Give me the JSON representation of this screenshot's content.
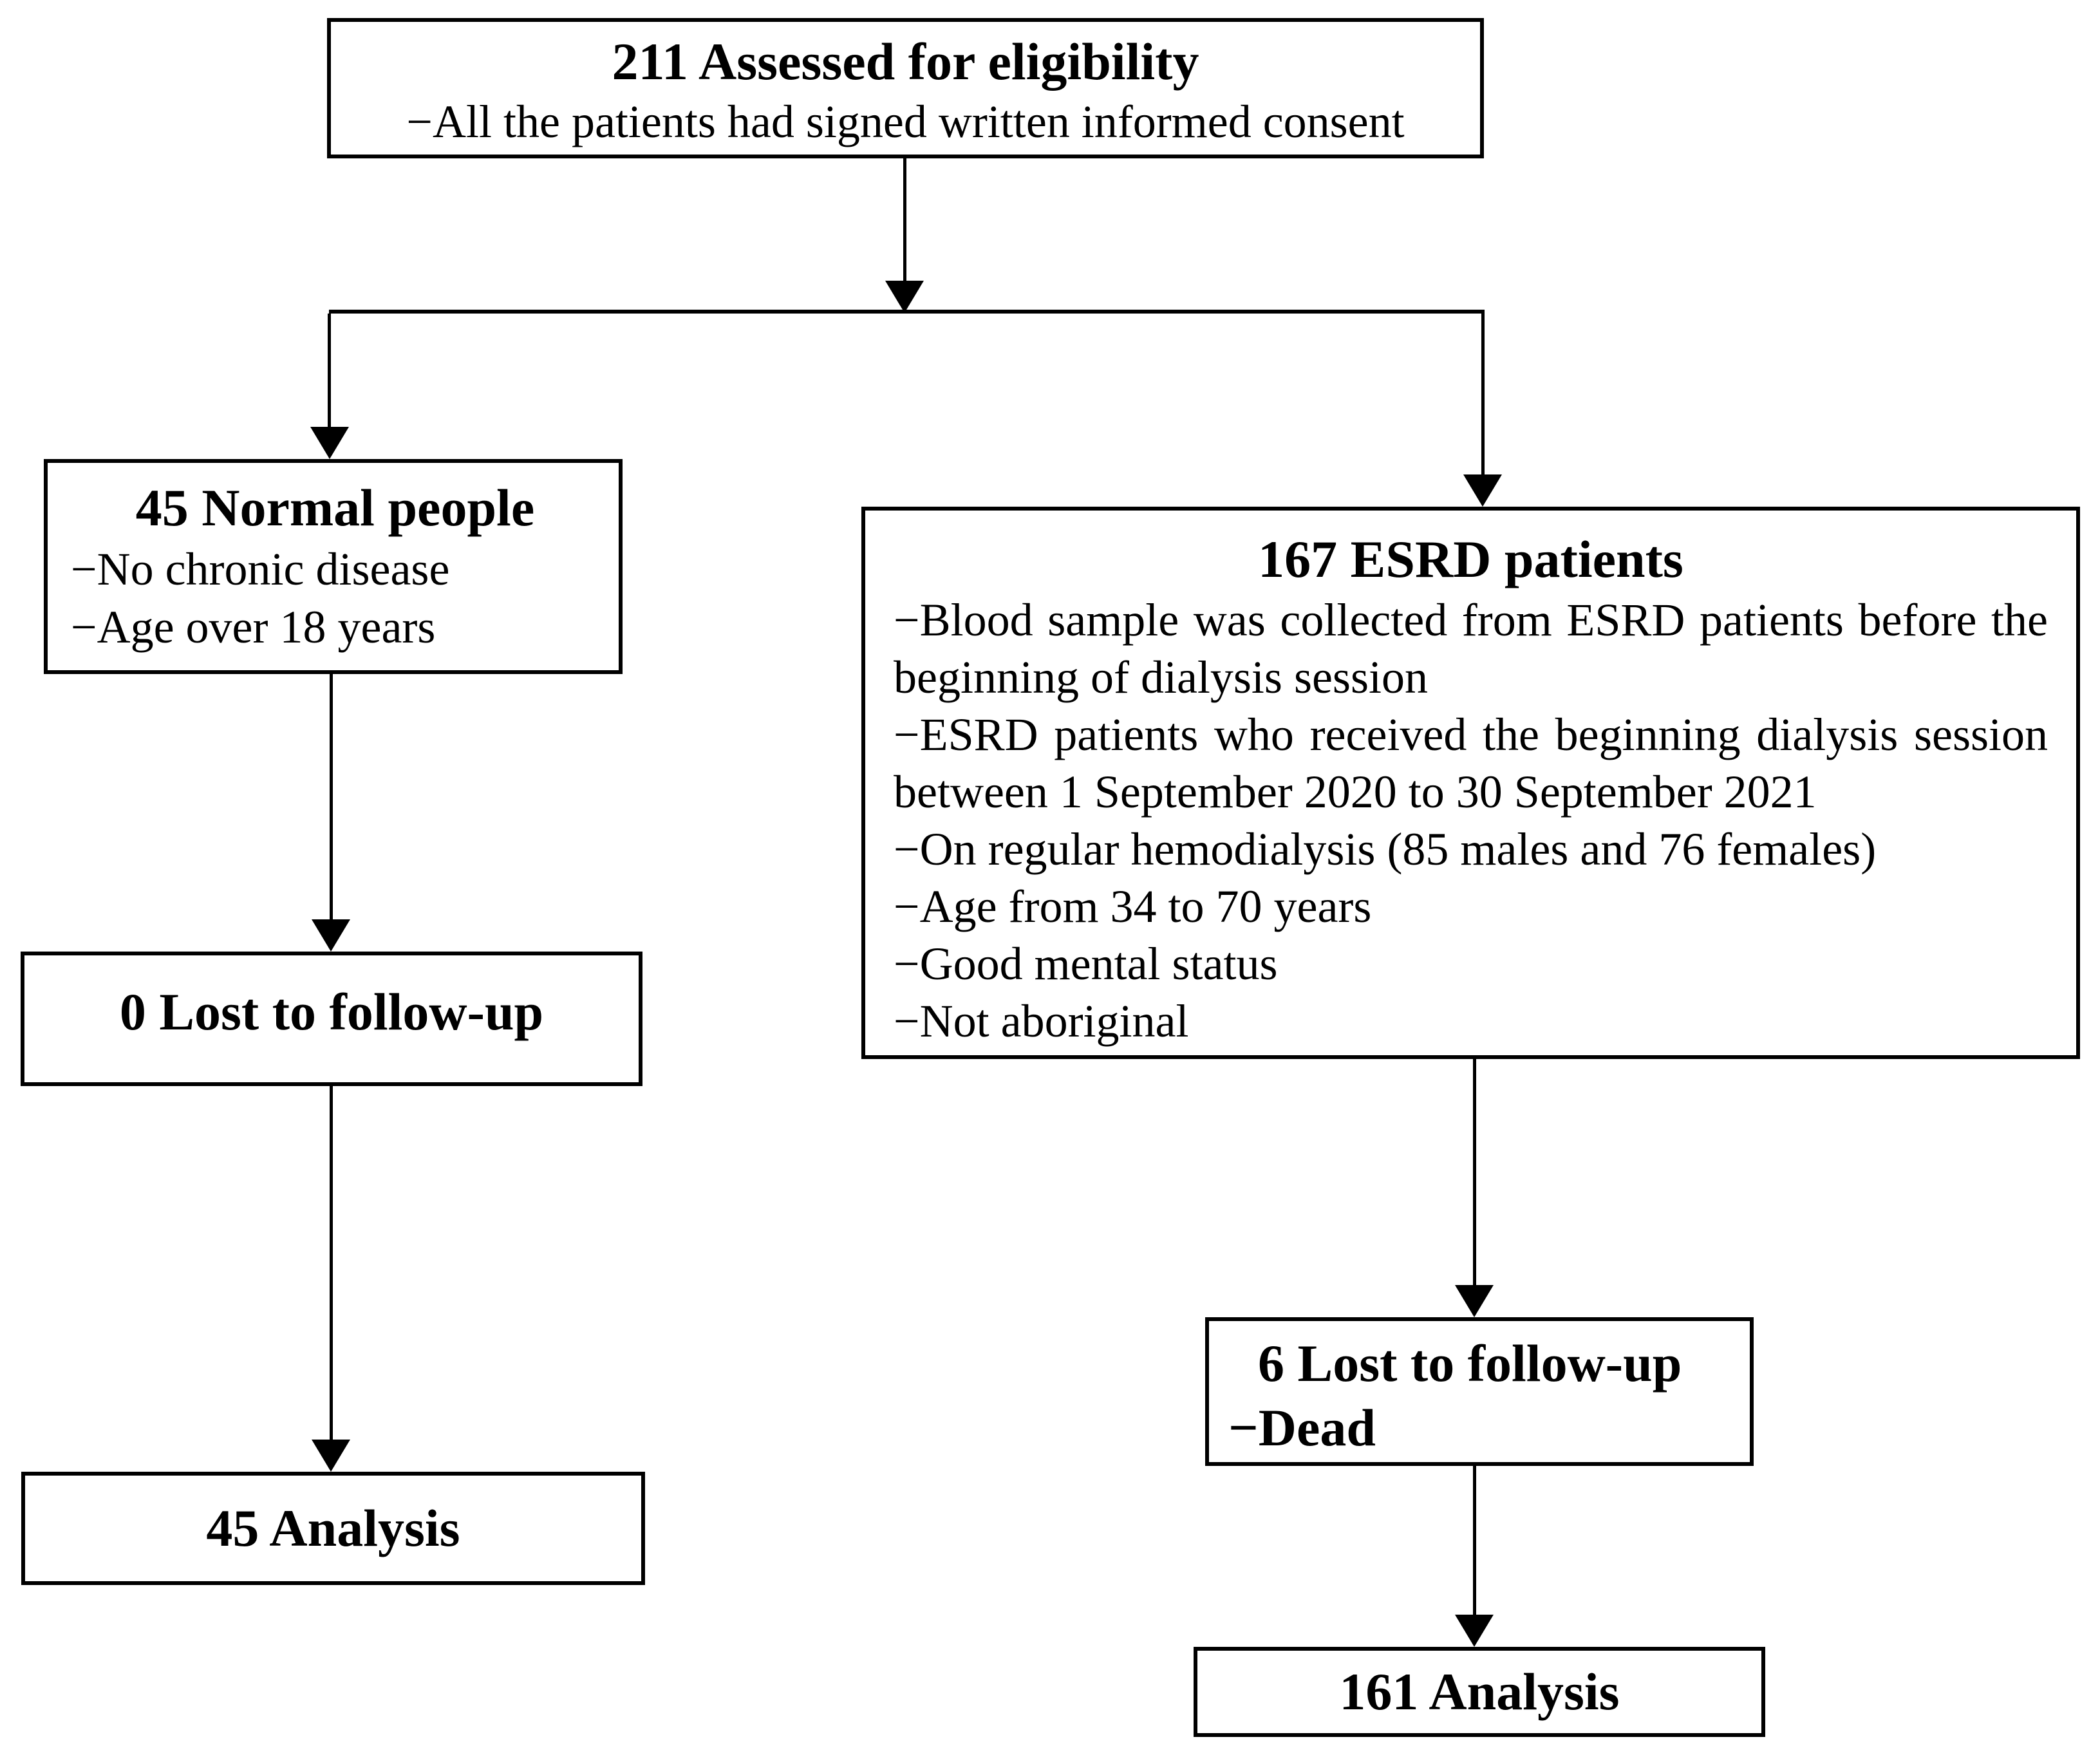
{
  "diagram": {
    "type": "patient-flow-diagram",
    "background_color": "#ffffff",
    "line_color": "#000000"
  },
  "boxes": {
    "eligibility": {
      "heading": "211 Assessed for eligibility",
      "line1": "−All the patients had signed written informed consent"
    },
    "normal": {
      "heading": "45 Normal people",
      "line1": "−No chronic disease",
      "line2": "−Age over 18 years"
    },
    "esrd": {
      "heading": "167 ESRD patients",
      "line1": "−Blood sample was collected from ESRD patients before the beginning of dialysis session",
      "line2": "−ESRD patients who received the beginning dialysis session between 1 September 2020 to 30 September 2021",
      "line3": "−On regular hemodialysis (85 males and 76 females)",
      "line4": "−Age from 34 to 70 years",
      "line5": "−Good mental status",
      "line6": "−Not aboriginal"
    },
    "lost_normal": {
      "heading": "0 Lost to follow-up"
    },
    "analysis_normal": {
      "heading": "45 Analysis"
    },
    "lost_esrd": {
      "heading": "6 Lost to follow-up",
      "line1": "−Dead"
    },
    "analysis_esrd": {
      "heading": "161 Analysis"
    }
  },
  "edges": [
    {
      "from": "eligibility",
      "to": "normal"
    },
    {
      "from": "eligibility",
      "to": "esrd"
    },
    {
      "from": "normal",
      "to": "lost_normal"
    },
    {
      "from": "lost_normal",
      "to": "analysis_normal"
    },
    {
      "from": "esrd",
      "to": "lost_esrd"
    },
    {
      "from": "lost_esrd",
      "to": "analysis_esrd"
    }
  ]
}
